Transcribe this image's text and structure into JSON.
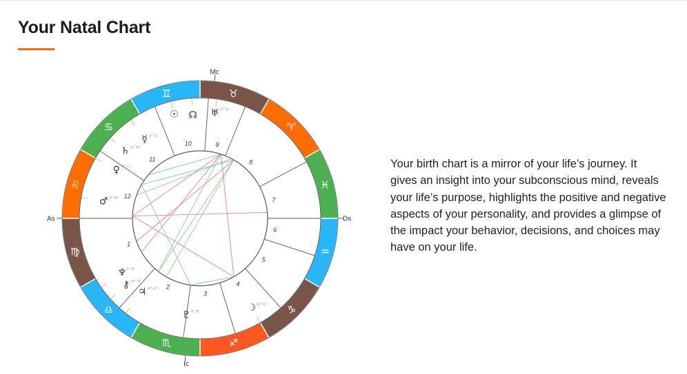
{
  "page": {
    "title": "Your Natal Chart",
    "description": "Your birth chart is a mirror of your life’s journey. It gives an insight into your subconscious mind, reveals your life’s purpose, highlights the positive and negative aspects of your personality, and provides a glimpse of the impact your behavior, decisions, and choices may have on your life."
  },
  "chart": {
    "axes": {
      "mc": "Mc",
      "ic": "Ic",
      "as": "As",
      "ds": "Ds"
    },
    "zodiac": [
      {
        "glyph": "♉",
        "color": "#795548"
      },
      {
        "glyph": "♈",
        "color": "#ff6d00"
      },
      {
        "glyph": "♓",
        "color": "#4caf50"
      },
      {
        "glyph": "♒",
        "color": "#29b6f6"
      },
      {
        "glyph": "♑",
        "color": "#795548"
      },
      {
        "glyph": "♐",
        "color": "#ff5722"
      },
      {
        "glyph": "♏",
        "color": "#4caf50"
      },
      {
        "glyph": "♎",
        "color": "#29b6f6"
      },
      {
        "glyph": "♍",
        "color": "#795548"
      },
      {
        "glyph": "♌",
        "color": "#ff6d00"
      },
      {
        "glyph": "♋",
        "color": "#4caf50"
      },
      {
        "glyph": "♊",
        "color": "#29b6f6"
      }
    ],
    "houses": [
      "1",
      "2",
      "3",
      "4",
      "5",
      "6",
      "7",
      "8",
      "9",
      "10",
      "11",
      "12"
    ],
    "planets": [
      {
        "name": "sun",
        "glyph": "☉",
        "deg": ""
      },
      {
        "name": "north-node",
        "glyph": "☊",
        "deg": ""
      },
      {
        "name": "uranus",
        "glyph": "♅",
        "deg": "17° 51'"
      },
      {
        "name": "mercury",
        "glyph": "☿",
        "deg": "8° 12'"
      },
      {
        "name": "saturn",
        "glyph": "♄",
        "deg": "22° 40'"
      },
      {
        "name": "venus",
        "glyph": "♀",
        "deg": "18° 2'"
      },
      {
        "name": "mars",
        "glyph": "♂",
        "deg": "23° 48'"
      },
      {
        "name": "neptune",
        "glyph": "♆",
        "deg": "6° 56'"
      },
      {
        "name": "chiron",
        "glyph": "⚷",
        "deg": "24° 54'"
      },
      {
        "name": "jupiter",
        "glyph": "♃",
        "deg": "13° 22'"
      },
      {
        "name": "pluto",
        "glyph": "♇",
        "deg": "4° 38'"
      },
      {
        "name": "moon",
        "glyph": "☽",
        "deg": "20° 12'"
      }
    ]
  }
}
